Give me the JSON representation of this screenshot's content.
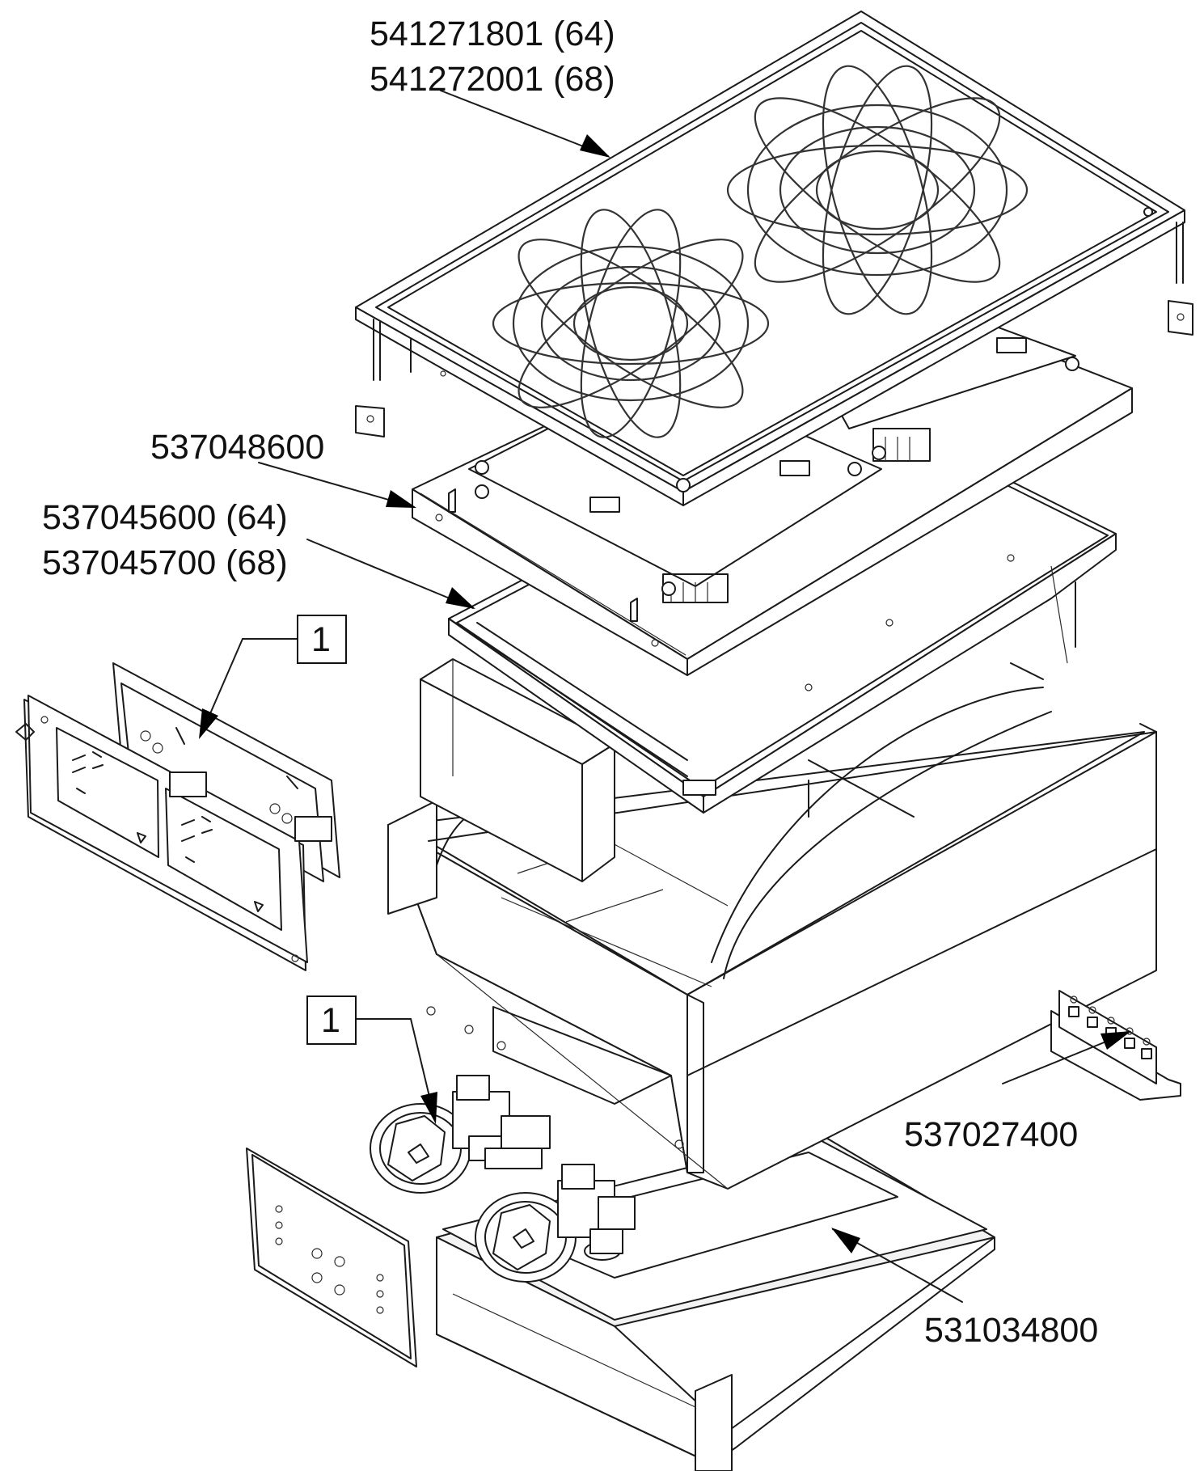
{
  "labels": {
    "cooktop_64": "541271801 (64)",
    "cooktop_68": "541272001 (68)",
    "heat_shield": "537048600",
    "tray_64": "537045600 (64)",
    "tray_68": "537045700 (68)",
    "terminal_block": "537027400",
    "base_pan": "531034800"
  },
  "callouts": {
    "control_board_ref": "1",
    "control_valve_ref": "1"
  }
}
